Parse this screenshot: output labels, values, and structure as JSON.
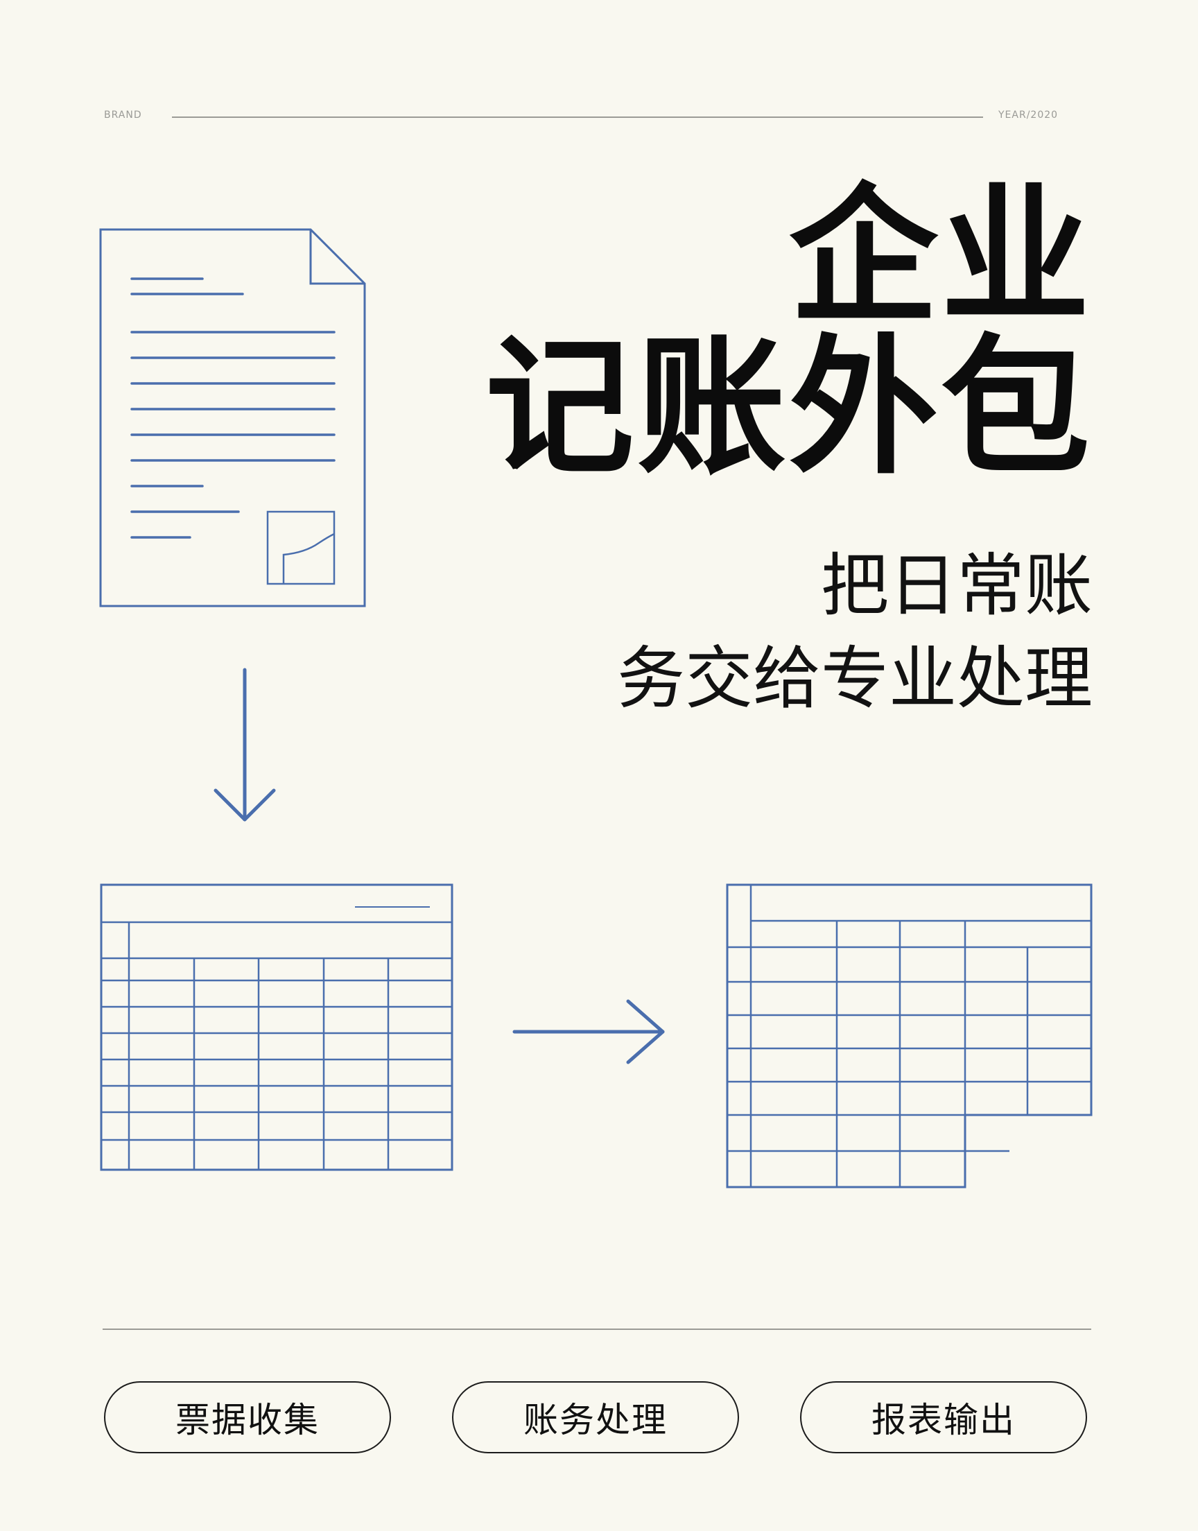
{
  "header": {
    "left_tag": "BRAND",
    "right_tag": "YEAR/2020"
  },
  "hero": {
    "title_line1": "企业",
    "title_line2": "记账外包",
    "subtitle_line1": "把日常账",
    "subtitle_line2": "务交给专业处理"
  },
  "steps": [
    {
      "label": "票据收集"
    },
    {
      "label": "账务处理"
    },
    {
      "label": "报表输出"
    }
  ],
  "colors": {
    "background": "#f9f8f0",
    "line_blue": "#4a6ead",
    "text": "#0c0c0c",
    "rule_gray": "#9b9b96"
  },
  "icons": [
    "document-icon",
    "arrow-down-icon",
    "spreadsheet-icon",
    "arrow-right-icon",
    "report-table-icon"
  ]
}
